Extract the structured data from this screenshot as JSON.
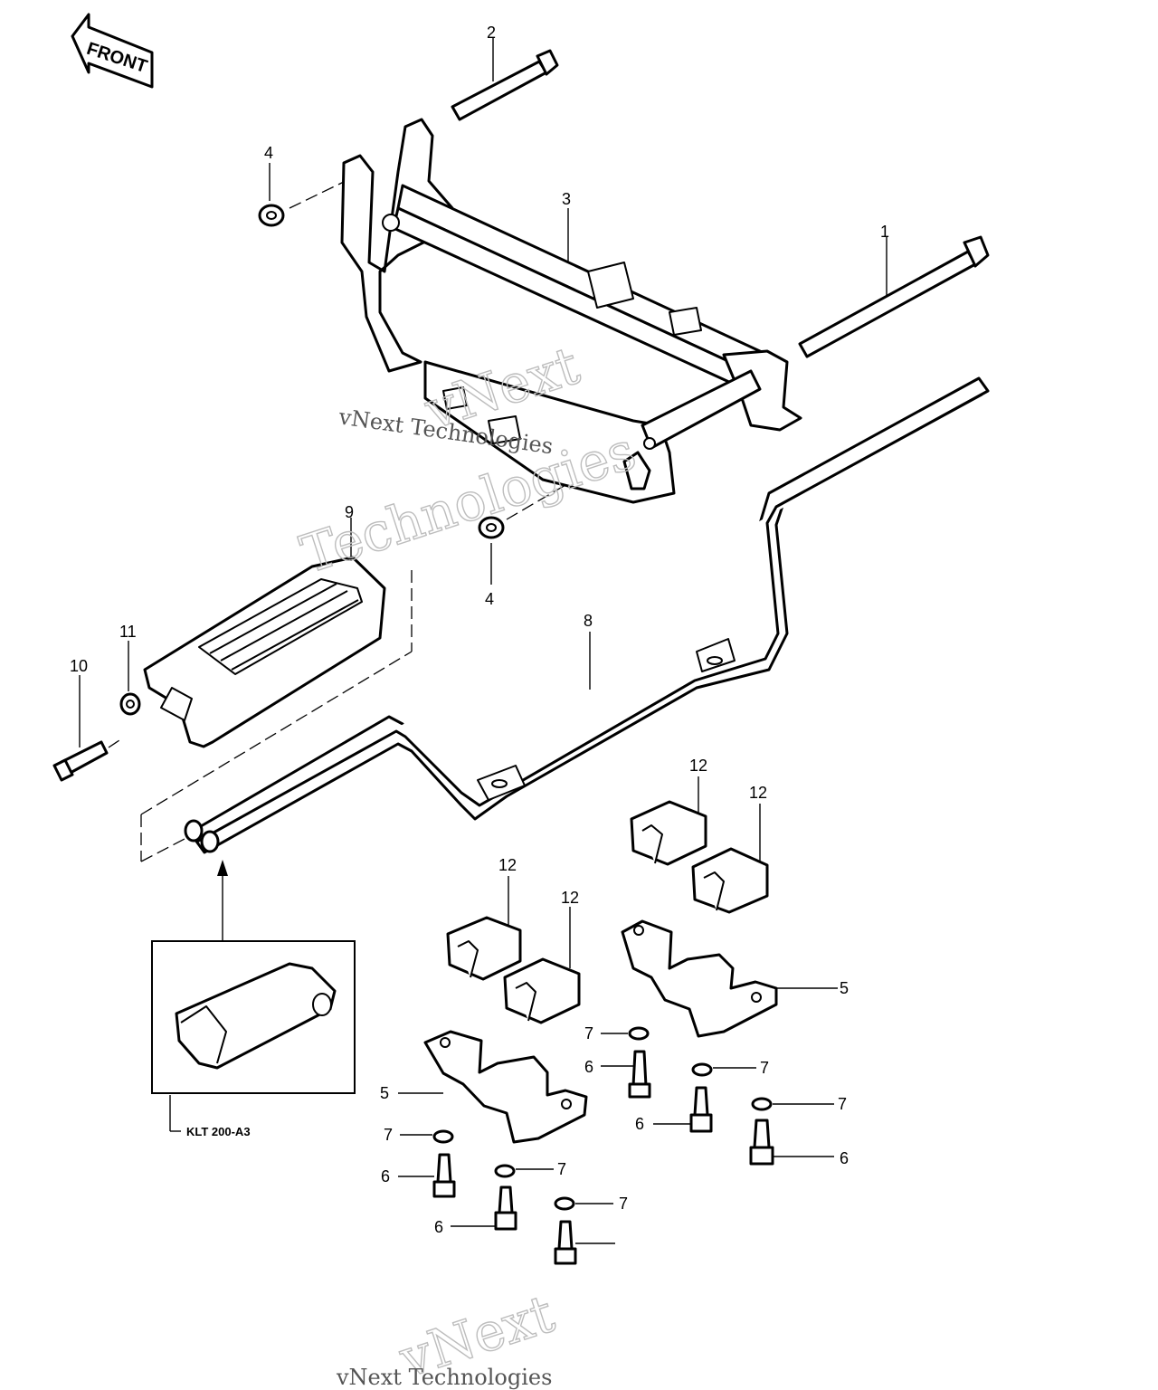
{
  "front_arrow": {
    "label": "FRONT"
  },
  "callouts": [
    {
      "id": "c1",
      "text": "1"
    },
    {
      "id": "c2",
      "text": "2"
    },
    {
      "id": "c3",
      "text": "3"
    },
    {
      "id": "c4a",
      "text": "4"
    },
    {
      "id": "c4b",
      "text": "4"
    },
    {
      "id": "c5a",
      "text": "5"
    },
    {
      "id": "c5b",
      "text": "5"
    },
    {
      "id": "c6a",
      "text": "6"
    },
    {
      "id": "c6b",
      "text": "6"
    },
    {
      "id": "c6c",
      "text": "6"
    },
    {
      "id": "c6d",
      "text": "6"
    },
    {
      "id": "c6e",
      "text": "6"
    },
    {
      "id": "c7a",
      "text": "7"
    },
    {
      "id": "c7b",
      "text": "7"
    },
    {
      "id": "c7c",
      "text": "7"
    },
    {
      "id": "c7d",
      "text": "7"
    },
    {
      "id": "c7e",
      "text": "7"
    },
    {
      "id": "c7f",
      "text": "7"
    },
    {
      "id": "c8",
      "text": "8"
    },
    {
      "id": "c9",
      "text": "9"
    },
    {
      "id": "c10",
      "text": "10"
    },
    {
      "id": "c11",
      "text": "11"
    },
    {
      "id": "c12a",
      "text": "12"
    },
    {
      "id": "c12b",
      "text": "12"
    },
    {
      "id": "c12c",
      "text": "12"
    },
    {
      "id": "c12d",
      "text": "12"
    }
  ],
  "inset": {
    "label": "KLT 200-A3"
  },
  "watermarks": {
    "line1": "vNext",
    "line2": "Technologies",
    "small": "vNext Technologies",
    "bottom1": "vNext",
    "bottom2": "vNext Technologies"
  }
}
